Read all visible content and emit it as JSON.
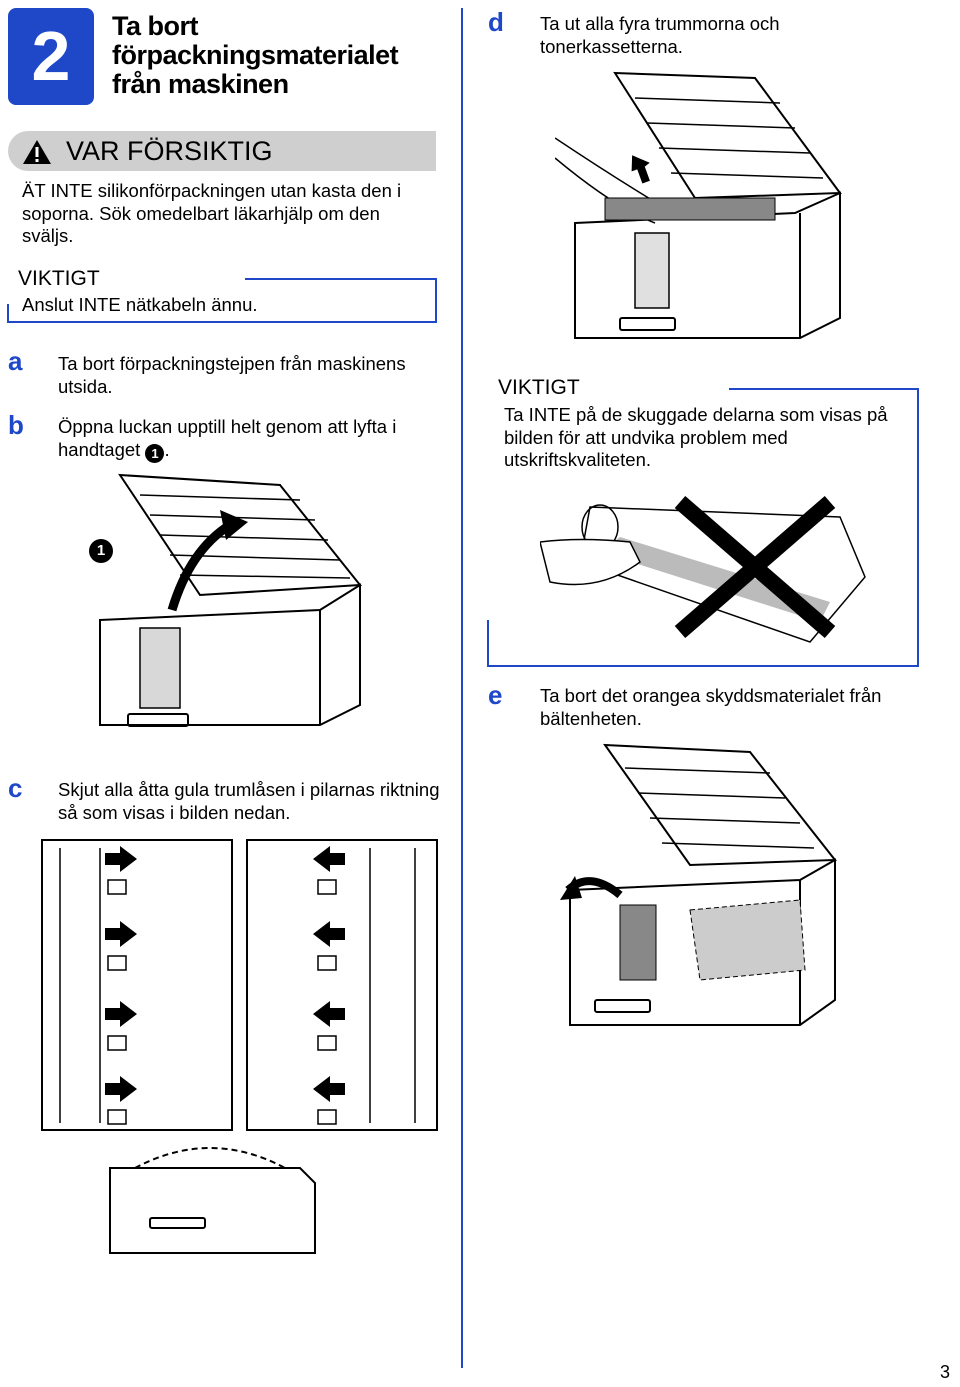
{
  "step": {
    "number": "2",
    "title_lines": [
      "Ta bort",
      "förpackningsmaterialet",
      "från maskinen"
    ]
  },
  "caution": {
    "heading": "VAR FÖRSIKTIG",
    "lines": [
      "ÄT INTE silikonförpackningen utan kasta den i",
      "soporna. Sök omedelbart läkarhjälp om den",
      "sväljs."
    ]
  },
  "important1": {
    "heading": "VIKTIGT",
    "text": "Anslut INTE nätkabeln ännu."
  },
  "step_a": {
    "letter": "a",
    "lines": [
      "Ta bort förpackningstejpen från maskinens",
      "utsida."
    ]
  },
  "step_b": {
    "letter": "b",
    "lines": [
      "Öppna luckan upptill helt genom att lyfta i",
      "handtaget"
    ],
    "callout": "1",
    "suffix": "."
  },
  "step_c": {
    "letter": "c",
    "lines": [
      "Skjut alla åtta gula trumlåsen i pilarnas riktning",
      "så som visas i bilden nedan."
    ]
  },
  "step_d": {
    "letter": "d",
    "lines": [
      "Ta ut alla fyra trummorna och",
      "tonerkassetterna."
    ]
  },
  "important2": {
    "heading": "VIKTIGT",
    "lines": [
      "Ta INTE på de skuggade delarna som visas på",
      "bilden för att undvika problem med",
      "utskriftskvaliteten."
    ]
  },
  "step_e": {
    "letter": "e",
    "lines": [
      "Ta bort det orangea skyddsmaterialet från",
      "bältenheten."
    ]
  },
  "page_number": "3",
  "colors": {
    "accent": "#1f48c9",
    "caution_bar": "#cfcfcf"
  }
}
